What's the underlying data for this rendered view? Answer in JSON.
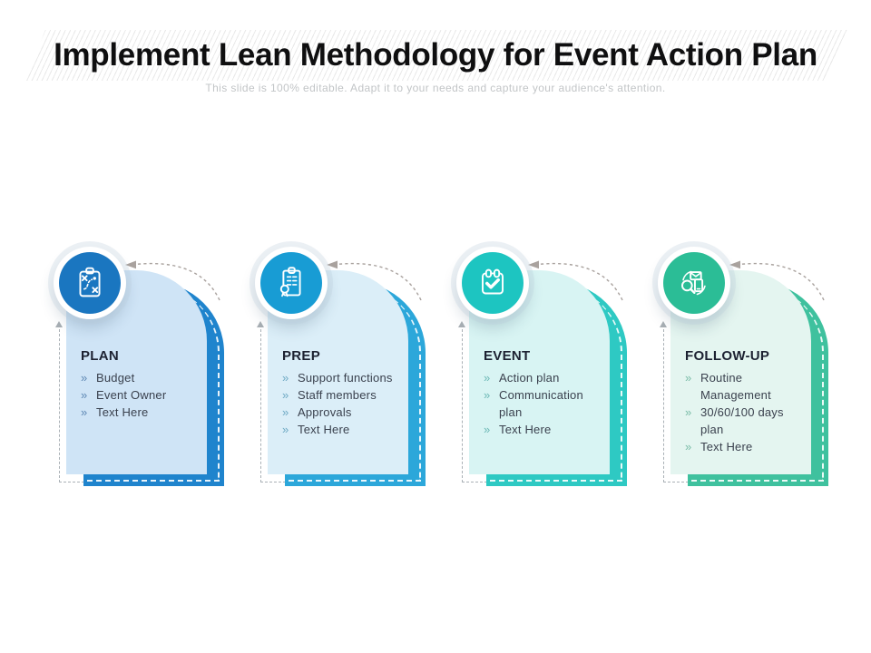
{
  "slide": {
    "title": "Implement Lean Methodology for Event Action Plan",
    "subtitle": "This slide is 100% editable. Adapt it to your needs and capture your audience's attention."
  },
  "ui": {
    "bullet_glyph": "»"
  },
  "cards": [
    {
      "title": "PLAN",
      "items": [
        "Budget",
        "Event Owner",
        "Text Here"
      ],
      "icon": "strategy-clipboard-icon",
      "colors": {
        "accent": "#1a76c0",
        "back": "#1f84cd",
        "body": "#cfe4f6",
        "bullet": "#5e88b4"
      }
    },
    {
      "title": "PREP",
      "items": [
        "Support functions",
        "Staff members",
        "Approvals",
        "Text Here"
      ],
      "icon": "document-ribbon-icon",
      "colors": {
        "accent": "#189cd4",
        "back": "#2ca7da",
        "body": "#dbeef8",
        "bullet": "#6ea9c4"
      }
    },
    {
      "title": "EVENT",
      "items": [
        "Action plan",
        "Communication plan",
        "Text Here"
      ],
      "icon": "calendar-check-icon",
      "colors": {
        "accent": "#1dc5c1",
        "back": "#2ec9c3",
        "body": "#d8f4f3",
        "bullet": "#6cb9b6"
      }
    },
    {
      "title": "FOLLOW-UP",
      "items": [
        "Routine Management",
        "30/60/100 days plan",
        "Text Here"
      ],
      "icon": "magnifier-review-icon",
      "colors": {
        "accent": "#2bbd96",
        "back": "#3fc19e",
        "body": "#e4f5f0",
        "bullet": "#79bca7"
      }
    }
  ]
}
